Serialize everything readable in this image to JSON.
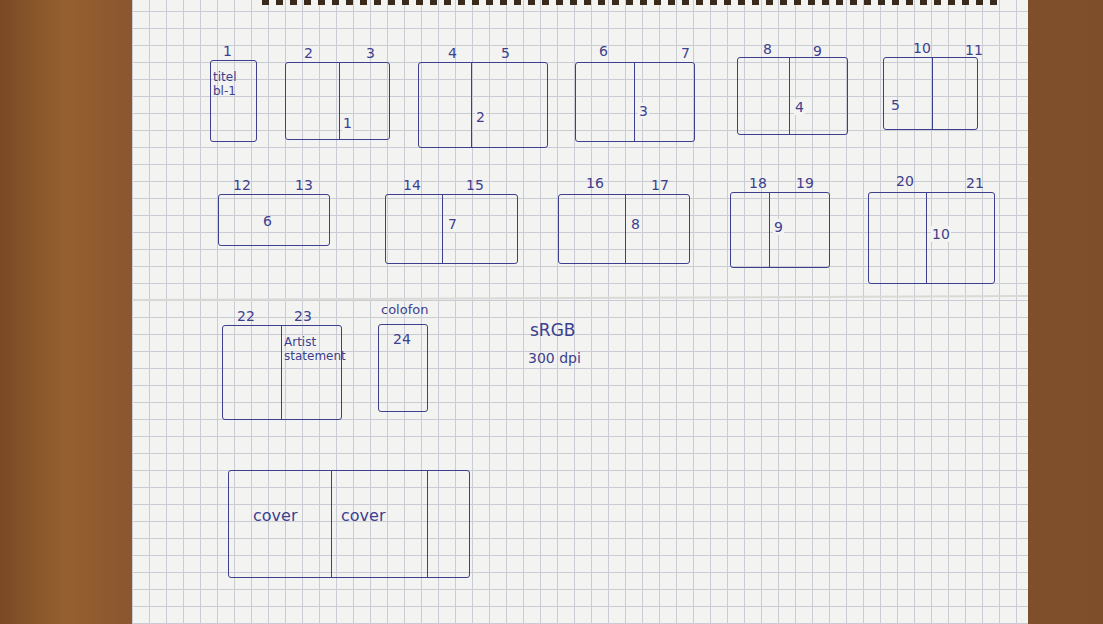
{
  "diagram": {
    "nodes": [
      {
        "text": [
          "1",
          "titel bl-1"
        ]
      },
      {
        "text": [
          "2",
          "3",
          "1"
        ]
      },
      {
        "text": [
          "4",
          "5",
          "2"
        ]
      },
      {
        "text": [
          "6",
          "7",
          "3"
        ]
      },
      {
        "text": [
          "8",
          "9",
          "4"
        ]
      },
      {
        "text": [
          "10",
          "11",
          "5"
        ]
      },
      {
        "text": [
          "12",
          "13",
          "6"
        ]
      },
      {
        "text": [
          "14",
          "15",
          "7"
        ]
      },
      {
        "text": [
          "16",
          "17",
          "8"
        ]
      },
      {
        "text": [
          "18",
          "19",
          "9"
        ]
      },
      {
        "text": [
          "20",
          "21",
          "10"
        ]
      },
      {
        "text": [
          "22",
          "23",
          "Artist statement"
        ]
      },
      {
        "text": [
          "colofon",
          "24"
        ]
      },
      {
        "text": [
          "cover",
          "cover"
        ]
      }
    ],
    "labels": [
      "sRGB",
      "300 dpi"
    ]
  }
}
